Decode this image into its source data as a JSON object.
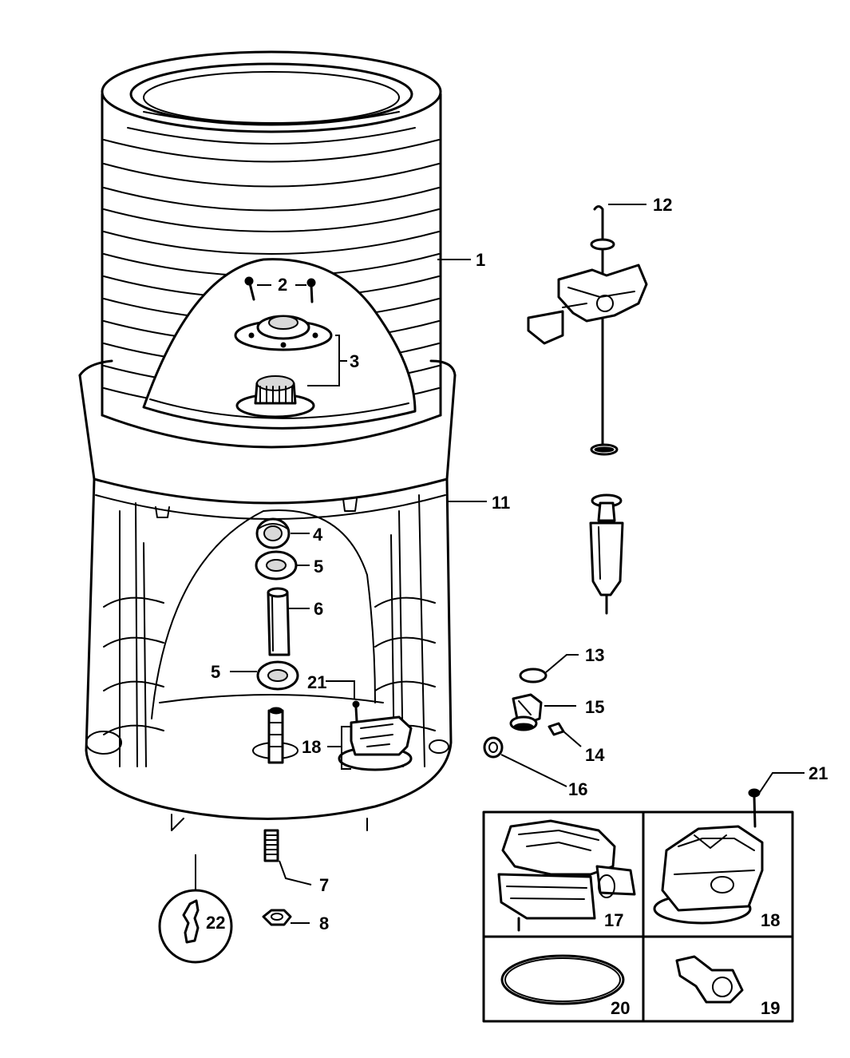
{
  "callouts": {
    "c1": "1",
    "c2": "2",
    "c3": "3",
    "c4": "4",
    "c5a": "5",
    "c5b": "5",
    "c6": "6",
    "c7": "7",
    "c8": "8",
    "c11": "11",
    "c12": "12",
    "c13": "13",
    "c14": "14",
    "c15": "15",
    "c16": "16",
    "c17": "17",
    "c18a": "18",
    "c18b": "18",
    "c19": "19",
    "c20": "20",
    "c21a": "21",
    "c21b": "21",
    "c22": "22"
  }
}
